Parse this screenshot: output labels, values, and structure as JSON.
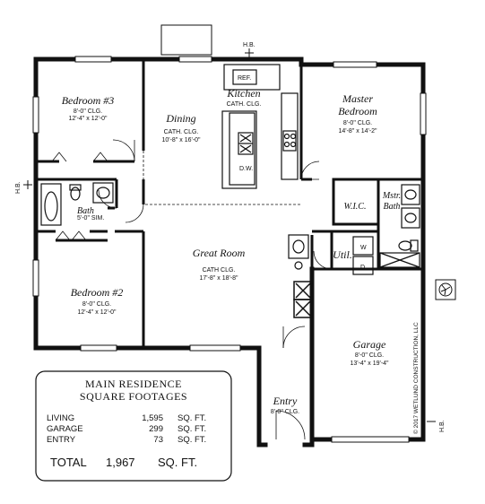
{
  "rooms": {
    "bedroom3": {
      "name": "Bedroom #3",
      "ceiling": "8'-0\" CLG.",
      "size": "12'-4\" x 12'-0\""
    },
    "bath": {
      "name": "Bath",
      "size": "5'-0\" SIM."
    },
    "dining": {
      "name": "Dining",
      "ceiling": "CATH. CLG.",
      "size": "10'-8\" x 16'-0\""
    },
    "kitchen": {
      "name": "Kitchen",
      "ceiling": "CATH. CLG."
    },
    "master": {
      "name_line1": "Master",
      "name_line2": "Bedroom",
      "ceiling": "8'-0\" CLG.",
      "size": "14'-8\" x 14'-2\""
    },
    "wic": {
      "name": "W.I.C."
    },
    "mstr_bath": {
      "name_line1": "Mstr.",
      "name_line2": "Bath"
    },
    "great_room": {
      "name": "Great Room",
      "ceiling": "CATH CLG.",
      "size": "17'-8\" x 18'-8\""
    },
    "util": {
      "name": "Util."
    },
    "bedroom2": {
      "name": "Bedroom #2",
      "ceiling": "8'-0\" CLG.",
      "size": "12'-4\" x 12'-0\""
    },
    "garage": {
      "name": "Garage",
      "ceiling": "8'-0\" CLG.",
      "size": "13'-4\" x 19'-4\""
    },
    "entry": {
      "name": "Entry",
      "ceiling": "8'-0\" CLG."
    }
  },
  "appliances": {
    "ref": "REF.",
    "dw": "D.W.",
    "washer": "W",
    "dryer": "D"
  },
  "hose_bib": "H.B.",
  "copyright": "© 2017 WETLUND CONSTRUCTION, LLC",
  "sq_footage": {
    "title_line1": "MAIN RESIDENCE",
    "title_line2": "SQUARE FOOTAGES",
    "rows": [
      {
        "label": "LIVING",
        "value": "1,595",
        "unit": "SQ. FT."
      },
      {
        "label": "GARAGE",
        "value": "299",
        "unit": "SQ. FT."
      },
      {
        "label": "ENTRY",
        "value": "73",
        "unit": "SQ. FT."
      }
    ],
    "total_label": "TOTAL",
    "total_value": "1,967",
    "total_unit": "SQ. FT."
  }
}
